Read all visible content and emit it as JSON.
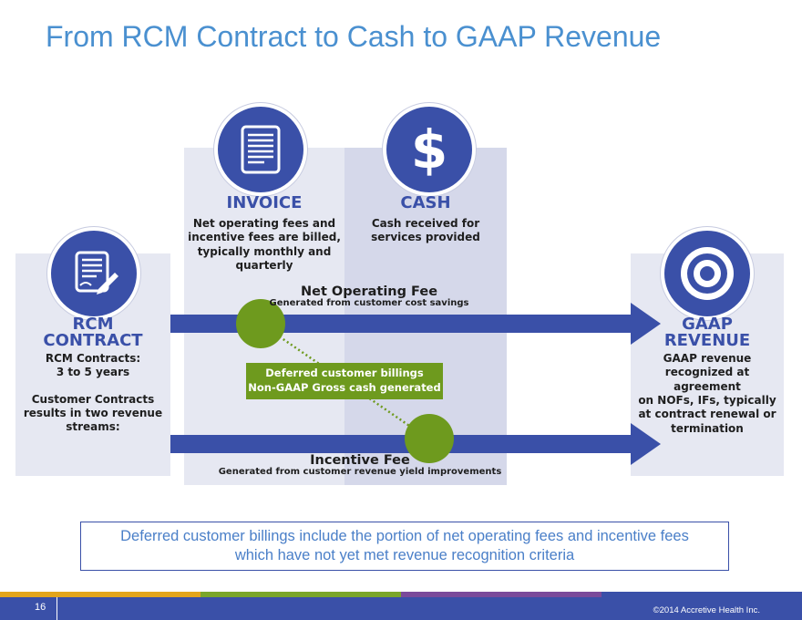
{
  "title": "From RCM Contract to Cash to GAAP Revenue",
  "stages": {
    "contract": {
      "heading_line1": "RCM",
      "heading_line2": "CONTRACT",
      "line1": "RCM Contracts:",
      "line2": "3 to 5 years",
      "line3": "Customer Contracts",
      "line4": "results in two revenue",
      "line5": "streams:",
      "icon": "contract-signing-icon"
    },
    "invoice": {
      "heading": "INVOICE",
      "line1": "Net operating fees and",
      "line2": "incentive fees are billed,",
      "line3": "typically monthly and",
      "line4": "quarterly",
      "icon": "invoice-document-icon"
    },
    "cash": {
      "heading": "CASH",
      "line1": "Cash received for",
      "line2": "services provided",
      "icon": "dollar-sign-icon"
    },
    "revenue": {
      "heading_line1": "GAAP",
      "heading_line2": "REVENUE",
      "line1": "GAAP revenue",
      "line2": "recognized at agreement",
      "line3": "on NOFs, IFs, typically",
      "line4": "at contract renewal or",
      "line5": "termination",
      "icon": "target-icon"
    }
  },
  "streams": {
    "net_operating_fee": {
      "label": "Net Operating Fee",
      "sublabel": "Generated from customer cost savings"
    },
    "incentive_fee": {
      "label": "Incentive Fee",
      "sublabel": "Generated from customer revenue yield improvements"
    }
  },
  "deferred": {
    "line1": "Deferred customer billings",
    "line2": "Non-GAAP Gross cash generated"
  },
  "note": {
    "line1": "Deferred customer billings include the portion of net operating fees and incentive fees",
    "line2": "which have not yet met revenue recognition criteria"
  },
  "footer": {
    "page_number": "16",
    "copyright": "©2014 Accretive Health Inc."
  },
  "colors": {
    "primary_blue": "#3a50a8",
    "title_blue": "#4a90d0",
    "green": "#6e9a1e",
    "panel_light": "#e6e8f2",
    "panel_dark": "#d5d8ea",
    "stripe_gold": "#e3a51c",
    "stripe_green": "#7aa62a",
    "stripe_purple": "#7a4a9a"
  }
}
